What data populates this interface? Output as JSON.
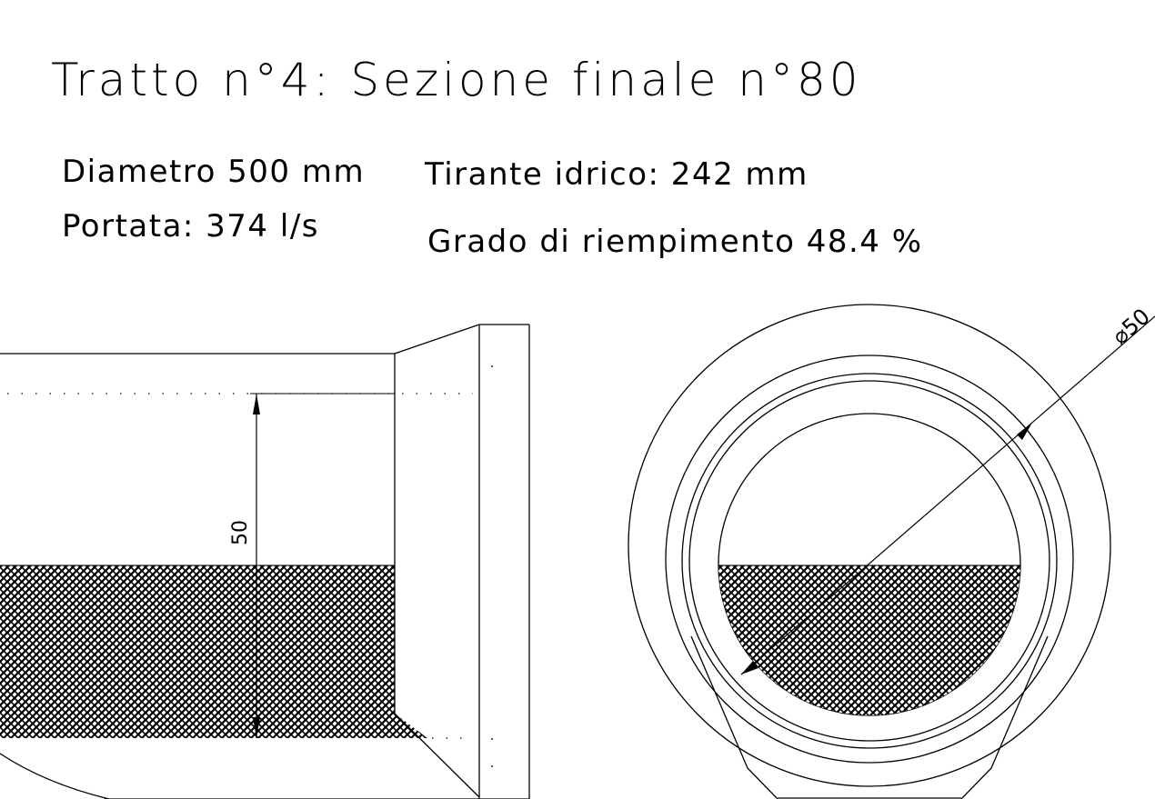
{
  "title": "Tratto n°4: Sezione finale n°80",
  "info": {
    "diametro": "Diametro 500 mm",
    "tirante": "Tirante idrico: 242 mm",
    "portata": "Portata: 374 l/s",
    "grado": "Grado di riempimento 48.4 %"
  },
  "dimensions": {
    "side_view_height": "50",
    "cross_section_diameter": "⌀50"
  },
  "hatch_color": "#000000",
  "line_color": "#000000"
}
